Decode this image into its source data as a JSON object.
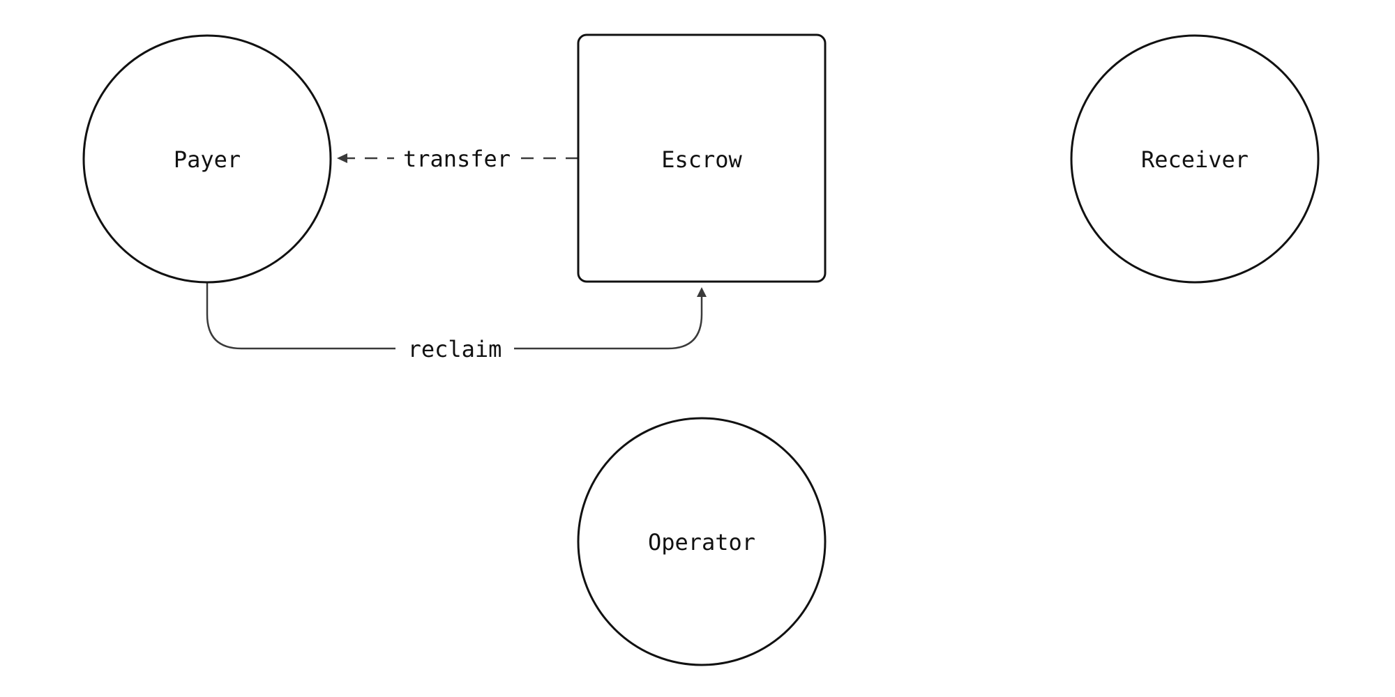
{
  "diagram": {
    "nodes": {
      "payer": {
        "label": "Payer",
        "shape": "circle"
      },
      "escrow": {
        "label": "Escrow",
        "shape": "rounded-rectangle"
      },
      "receiver": {
        "label": "Receiver",
        "shape": "circle"
      },
      "operator": {
        "label": "Operator",
        "shape": "circle"
      }
    },
    "edges": {
      "transfer": {
        "label": "transfer",
        "from": "Escrow",
        "to": "Payer",
        "style": "dashed"
      },
      "reclaim": {
        "label": "reclaim",
        "from": "Payer",
        "to": "Escrow",
        "style": "solid"
      }
    },
    "colors": {
      "stroke": "#111111",
      "edge": "#3a3a3a",
      "background": "#ffffff"
    }
  }
}
